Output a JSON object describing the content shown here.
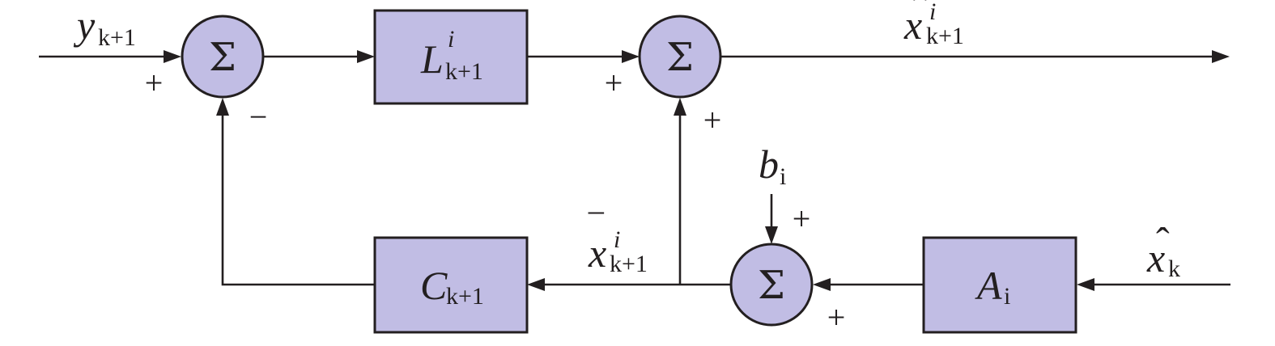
{
  "colors": {
    "block_fill": "#c1bde4",
    "stroke": "#231f20",
    "background": "#ffffff"
  },
  "summers": {
    "s1": {
      "symbol": "Σ",
      "signs": [
        "+",
        "−"
      ]
    },
    "s2": {
      "symbol": "Σ",
      "signs": [
        "+",
        "+"
      ]
    },
    "s3": {
      "symbol": "Σ",
      "signs": [
        "+",
        "+"
      ]
    }
  },
  "blocks": {
    "L": {
      "main": "L",
      "sub": "k+1",
      "sup": "i"
    },
    "C": {
      "main": "C",
      "sub": "k+1"
    },
    "A": {
      "main": "A",
      "sub": "i"
    }
  },
  "signals": {
    "y": {
      "main": "y",
      "sub": "k+1"
    },
    "xhat_out": {
      "hat": "ˆ",
      "main": "x",
      "sub": "k+1",
      "sup": "i"
    },
    "xbar": {
      "bar": "‾",
      "main": "x",
      "sub": "k+1",
      "sup": "i"
    },
    "xhat_in": {
      "hat": "ˆ",
      "main": "x",
      "sub": "k"
    },
    "b": {
      "main": "b",
      "sub": "i"
    }
  }
}
